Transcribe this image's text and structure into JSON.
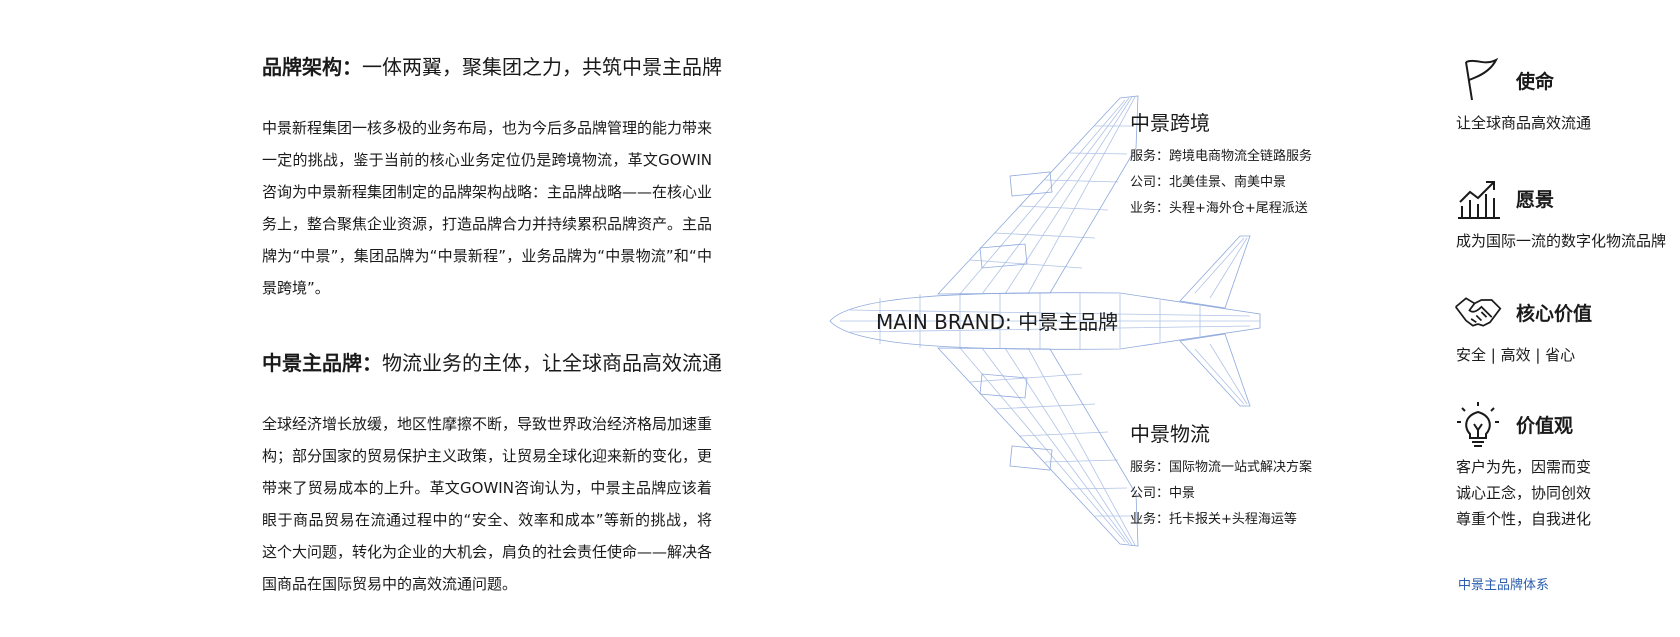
{
  "left": {
    "section1": {
      "heading_bold": "品牌架构：",
      "heading_rest": "一体两翼，聚集团之力，共筑中景主品牌",
      "paragraph": "中景新程集团一核多极的业务布局，也为今后多品牌管理的能力带来一定的挑战，鉴于当前的核心业务定位仍是跨境物流，革文GOWIN咨询为中景新程集团制定的品牌架构战略：主品牌战略——在核心业务上，整合聚焦企业资源，打造品牌合力并持续累积品牌资产。主品牌为“中景”，集团品牌为“中景新程”，业务品牌为“中景物流”和“中景跨境”。"
    },
    "section2": {
      "heading_bold": "中景主品牌：",
      "heading_rest": "物流业务的主体，让全球商品高效流通",
      "paragraph": "全球经济增长放缓，地区性摩擦不断，导致世界政治经济格局加速重构；部分国家的贸易保护主义政策，让贸易全球化迎来新的变化，更带来了贸易成本的上升。革文GOWIN咨询认为，中景主品牌应该着眼于商品贸易在流通过程中的“安全、效率和成本”等新的挑战，将这个大问题，转化为企业的大机会，肩负的社会责任使命——解决各国商品在国际贸易中的高效流通问题。"
    }
  },
  "diagram": {
    "main_brand": "MAIN BRAND: 中景主品牌",
    "line_color": "#8fa9dc",
    "sub_brands": [
      {
        "title": "中景跨境",
        "lines": [
          "服务：跨境电商物流全链路服务",
          "公司：北美佳景、南美中景",
          "业务：头程+海外仓+尾程派送"
        ]
      },
      {
        "title": "中景物流",
        "lines": [
          "服务：国际物流一站式解决方案",
          "公司：中景",
          "业务：托卡报关+头程海运等"
        ]
      }
    ]
  },
  "right": {
    "mission": {
      "icon": "flag-icon",
      "title": "使命",
      "text": "让全球商品高效流通"
    },
    "vision": {
      "icon": "growth-chart-icon",
      "title": "愿景",
      "text": "成为国际一流的数字化物流品牌"
    },
    "core_values": {
      "icon": "handshake-icon",
      "title": "核心价值",
      "text": "安全 | 高效 | 省心"
    },
    "values": {
      "icon": "lightbulb-icon",
      "title": "价值观",
      "lines": [
        "客户为先，因需而变",
        "诚心正念，协同创效",
        "尊重个性，自我进化"
      ]
    },
    "footer_link": "中景主品牌体系",
    "link_color": "#2b5dab"
  }
}
